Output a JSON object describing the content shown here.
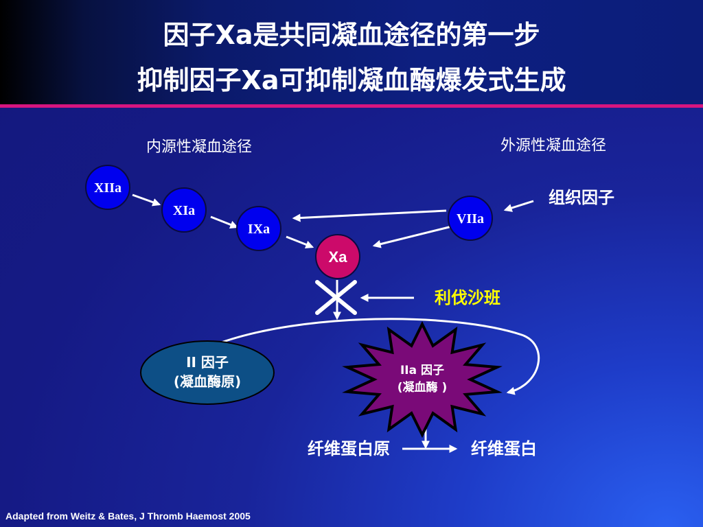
{
  "slide": {
    "title_line1": "因子Xa是共同凝血途径的第一步",
    "title_line2": "抑制因子Xa可抑制凝血酶爆发式生成",
    "footer": "Adapted from Weitz & Bates, J Thromb Haemost 2005"
  },
  "diagram": {
    "intrinsic_label": "内源性凝血途径",
    "extrinsic_label": "外源性凝血途径",
    "tissue_factor": "组织因子",
    "inhibitor": "利伐沙班",
    "nodes": {
      "xiia": "XIIa",
      "xia": "XIa",
      "ixa": "IXa",
      "viia": "VIIa",
      "xa": "Xa"
    },
    "prothrombin": {
      "line1": "II 因子",
      "line2": "(凝血酶原)"
    },
    "thrombin": {
      "line1": "IIa 因子",
      "line2": "(凝血酶 )"
    },
    "fibrinogen": "纤维蛋白原",
    "fibrin": "纤维蛋白"
  },
  "colors": {
    "title_line": "#d6157f",
    "node_blue": "#0000ee",
    "node_xa": "#cc0a6a",
    "prothrombin_fill": "#0d4f86",
    "thrombin_fill": "#7a0a78",
    "inhibitor_text": "#ffff00"
  }
}
